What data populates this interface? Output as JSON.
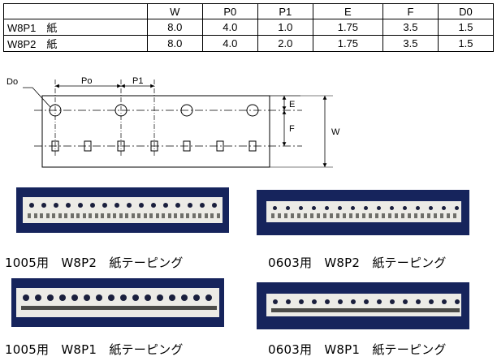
{
  "table": {
    "headers": [
      "",
      "W",
      "P0",
      "P1",
      "E",
      "F",
      "D0"
    ],
    "rows": [
      [
        "W8P1　紙",
        "8.0",
        "4.0",
        "1.0",
        "1.75",
        "3.5",
        "1.5"
      ],
      [
        "W8P2　紙",
        "8.0",
        "4.0",
        "2.0",
        "1.75",
        "3.5",
        "1.5"
      ]
    ]
  },
  "diagram": {
    "labels": {
      "d0": "Do",
      "p0": "Po",
      "p1": "P1",
      "e": "E",
      "f": "F",
      "w": "W"
    }
  },
  "photos": [
    {
      "caption": "1005用　W8P2　紙テーピング",
      "style": "slots"
    },
    {
      "caption": "0603用　W8P2　紙テーピング",
      "style": "slots"
    },
    {
      "caption": "1005用　W8P1　紙テーピング",
      "style": "dense"
    },
    {
      "caption": "0603用　W8P1　紙テーピング",
      "style": "dense-small"
    }
  ],
  "colors": {
    "photo_background": "#16245c",
    "tape": "#ecebe6",
    "line": "#000000"
  }
}
